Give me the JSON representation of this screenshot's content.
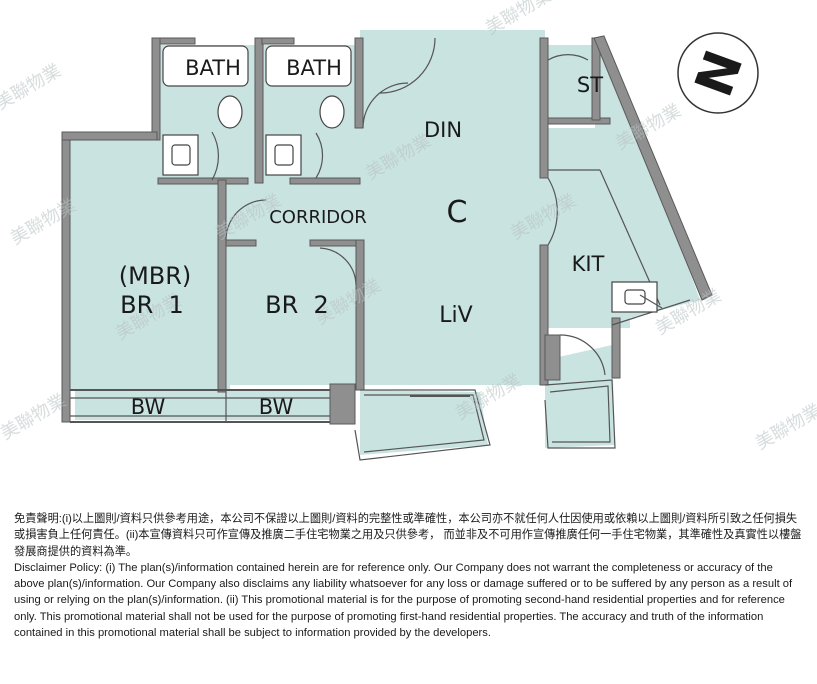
{
  "rooms": {
    "bath_1": "BATH",
    "bath_2": "BATH",
    "st": "ST",
    "din": "DIN",
    "c": "C",
    "corridor": "CORRIDOR",
    "kit": "KIT",
    "mbr": "(MBR)",
    "br1": "BR  1",
    "br2": "BR  2",
    "liv": "LiV",
    "bw_1": "BW",
    "bw_2": "BW"
  },
  "compass": {
    "letter": "N"
  },
  "watermark": {
    "text": "美聯物業"
  },
  "disclaimer": {
    "chinese": "免責聲明:(i)以上圖則/資料只供參考用途，本公司不保證以上圖則/資料的完整性或準確性，本公司亦不就任何人仕因使用或依賴以上圖則/資料所引致之任何損失或損害負上任何責任。(ii)本宣傳資料只可作宣傳及推廣二手住宅物業之用及只供參考， 而並非及不可用作宣傳推廣任何一手住宅物業，其準確性及真實性以樓盤發展商提供的資料為準。",
    "english": "Disclaimer Policy: (i) The plan(s)/information contained herein are for reference only. Our Company does not warrant the completeness or accuracy of the above plan(s)/information. Our Company also disclaims any liability whatsoever for any loss or damage suffered or to be suffered by any person as a result of using or relying on the plan(s)/information. (ii) This promotional material is for the purpose of promoting second-hand residential properties and for reference only. This promotional material shall not be used for the purpose of promoting first-hand residential properties. The accuracy and truth of the information contained in this promotional material shall be subject to information provided by the developers."
  }
}
